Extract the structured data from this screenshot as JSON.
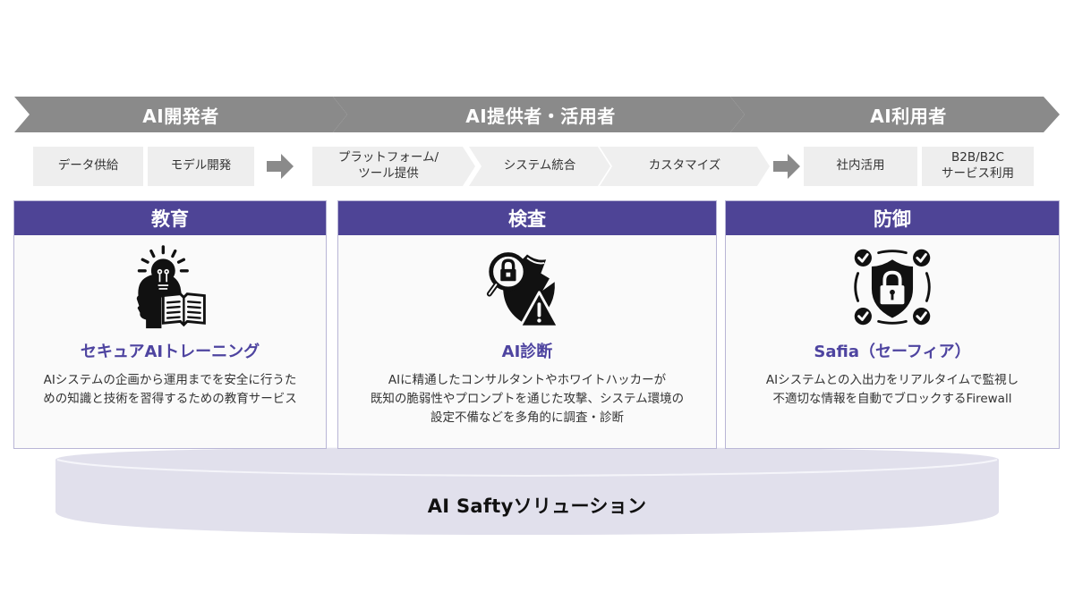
{
  "stages": [
    {
      "label": "AI開発者"
    },
    {
      "label": "AI提供者・活用者"
    },
    {
      "label": "AI利用者"
    }
  ],
  "steps": [
    {
      "line1": "データ供給",
      "line2": ""
    },
    {
      "line1": "モデル開発",
      "line2": ""
    },
    {
      "line1": "プラットフォーム/",
      "line2": "ツール提供"
    },
    {
      "line1": "システム統合",
      "line2": ""
    },
    {
      "line1": "カスタマイズ",
      "line2": ""
    },
    {
      "line1": "社内活用",
      "line2": ""
    },
    {
      "line1": "B2B/B2C",
      "line2": "サービス利用"
    }
  ],
  "cards": [
    {
      "header": "教育",
      "icon": "head-lightbulb-book-icon",
      "title": "セキュアAIトレーニング",
      "desc": [
        "AIシステムの企画から運用までを安全に行うた",
        "めの知識と技術を習得するための教育サービス"
      ]
    },
    {
      "header": "検査",
      "icon": "magnifier-lock-broken-shield-warning-icon",
      "title": "AI診断",
      "desc": [
        "AIに精通したコンサルタントやホワイトハッカーが",
        "既知の脆弱性やプロンプトを通じた攻撃、システム環境の",
        "設定不備などを多角的に調査・診断"
      ]
    },
    {
      "header": "防御",
      "icon": "shield-lock-checkmarks-icon",
      "title": "Safia（セーフィア）",
      "desc": [
        "AIシステムとの入出力をリアルタイムで監視し",
        "不適切な情報を自動でブロックするFirewall"
      ]
    }
  ],
  "platform": {
    "label": "AI Saftyソリューション"
  },
  "colors": {
    "chevron": "#8a8a8a",
    "step_bg": "#eeeeee",
    "card_header": "#4e4496",
    "card_title": "#4e44a0",
    "platform": "#e1e0ec"
  }
}
